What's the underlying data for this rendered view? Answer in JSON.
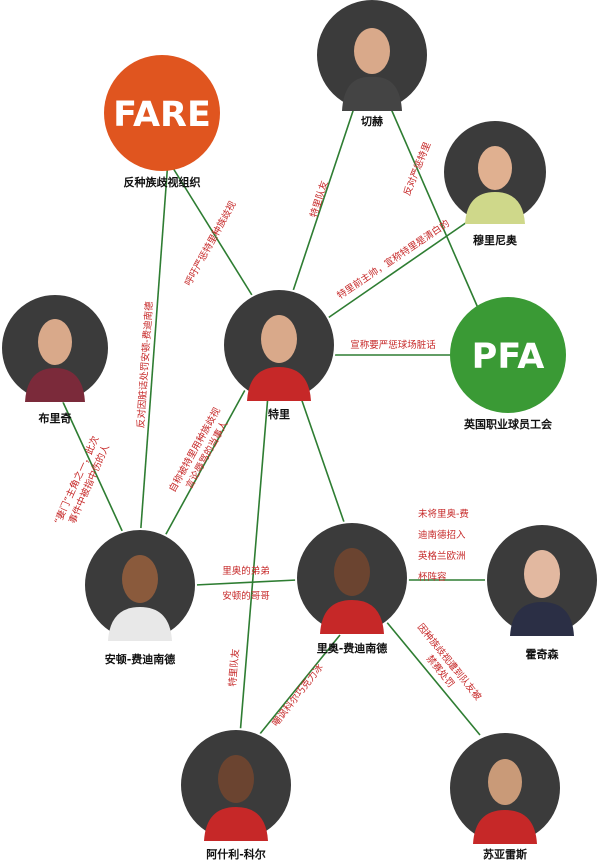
{
  "colors": {
    "edge": "#2e7d32",
    "edge_label": "#c62828",
    "fare": "#e0551f",
    "pfa": "#3a9a35",
    "photo_bg": "#3b3b3b"
  },
  "nodes": {
    "fare": {
      "logo_text": "FARE",
      "label": "反种族歧视组织"
    },
    "cech": {
      "label": "切赫",
      "icon": "person-photo"
    },
    "mourinho": {
      "label": "穆里尼奥",
      "icon": "person-photo"
    },
    "pfa": {
      "logo_text": "PFA",
      "label": "英国职业球员工会"
    },
    "terry": {
      "label": "特里",
      "icon": "person-photo"
    },
    "bridge": {
      "label": "布里奇",
      "icon": "person-photo"
    },
    "anton": {
      "label": "安顿-费迪南德",
      "icon": "person-photo"
    },
    "rio": {
      "label": "里奥-费迪南德",
      "icon": "person-photo"
    },
    "hodgson": {
      "label": "霍奇森",
      "icon": "person-photo"
    },
    "cole": {
      "label": "阿什利-科尔",
      "icon": "person-photo"
    },
    "suarez": {
      "label": "苏亚雷斯",
      "icon": "person-photo"
    }
  },
  "edges": {
    "cech_terry": "特里队友",
    "cech_pfa": "反对严惩特里",
    "mourinho_terry": [
      "特里前主帅，宣称特里是清白的"
    ],
    "fare_terry": [
      "呼吁严惩特里种族歧视"
    ],
    "fare_anton": [
      "反对因脏话处罚安顿-费迪南德"
    ],
    "terry_pfa": "宣称要严惩球场脏话",
    "terry_anton": [
      "自称被特里用种族歧视",
      "言论辱骂的当事人"
    ],
    "bridge_anton": [
      "“妻门”主角之一，此次",
      "事件中被指中伤的人"
    ],
    "anton_rio_top": "里奥的弟弟",
    "anton_rio_bottom": "安顿的哥哥",
    "hodgson_note": [
      "未将里奥-费",
      "迪南德招入",
      "英格兰欧洲",
      "杯阵容"
    ],
    "terry_cole": "特里队友",
    "rio_cole": "嘲讽科尔巧克力冰",
    "rio_suarez": [
      "因种族歧视遭到队友被",
      "禁赛处罚"
    ]
  }
}
